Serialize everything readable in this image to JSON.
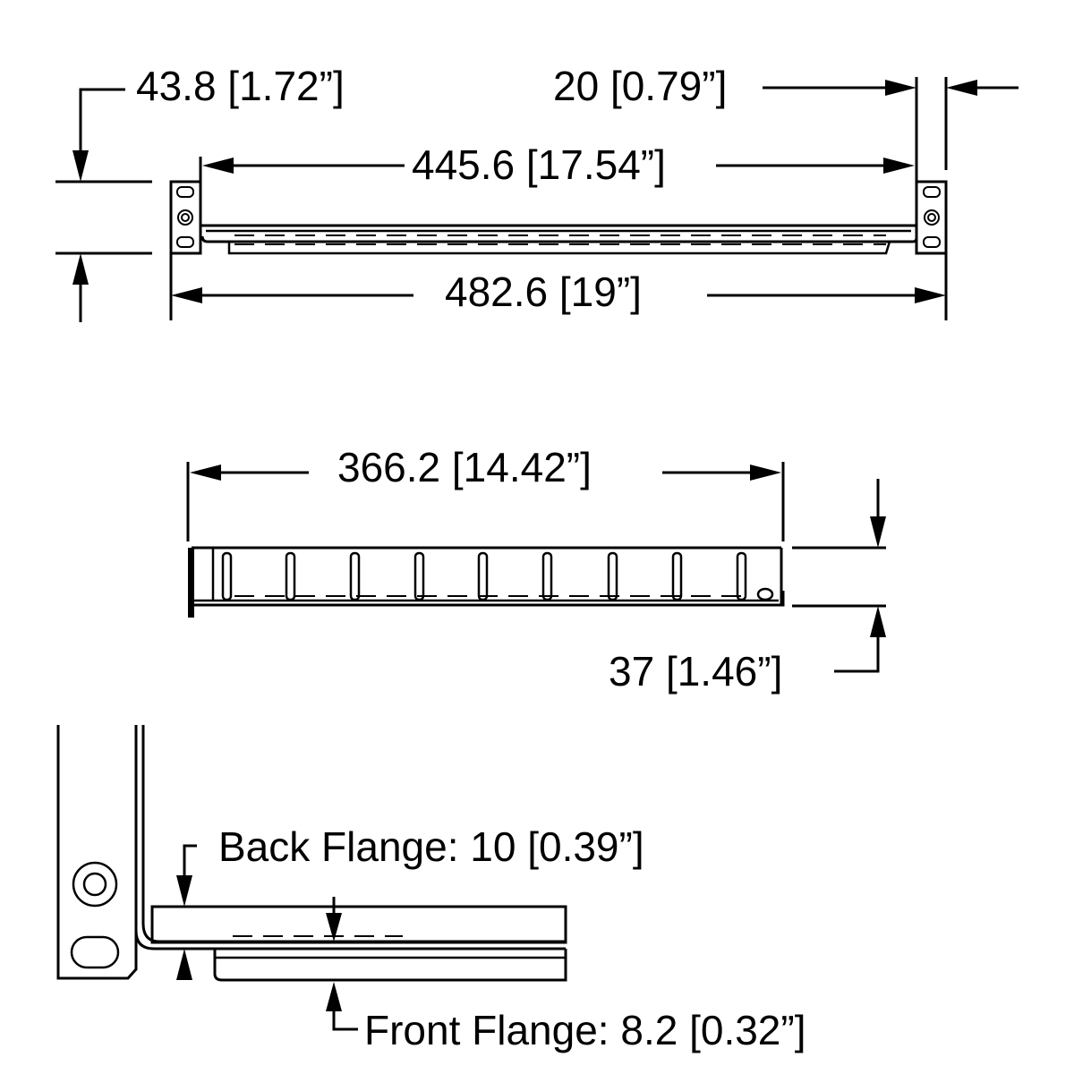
{
  "colors": {
    "line": "#000000",
    "background": "#ffffff"
  },
  "front_view": {
    "height_dim": "43.8 [1.72”]",
    "ear_depth_dim": "20 [0.79”]",
    "inner_width_dim": "445.6 [17.54”]",
    "overall_width_dim": "482.6 [19”]"
  },
  "side_view": {
    "depth_dim": "366.2 [14.42”]",
    "height_dim": "37 [1.46”]"
  },
  "detail_view": {
    "back_flange_dim": "Back Flange: 10 [0.39”]",
    "front_flange_dim": "Front Flange: 8.2 [0.32”]"
  }
}
